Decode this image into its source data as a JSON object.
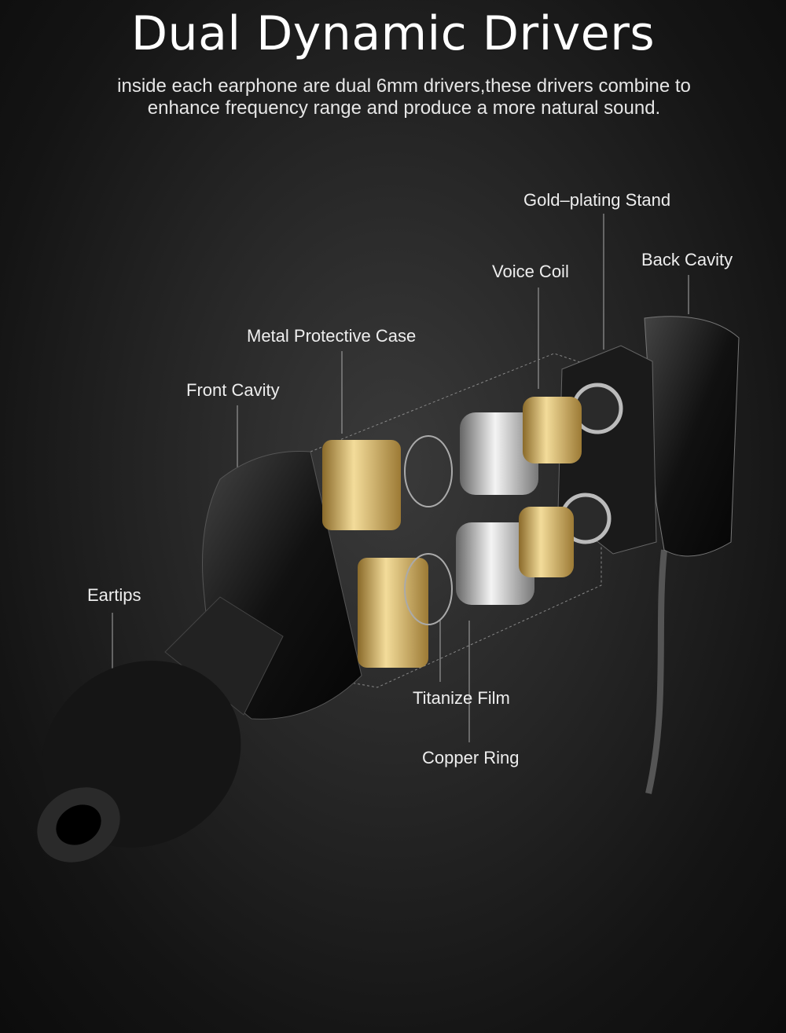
{
  "title": "Dual Dynamic Drivers",
  "subtitle": {
    "line1": "inside each earphone are dual 6mm drivers,these drivers combine to",
    "line2": "enhance frequency  range and produce a more natural sound."
  },
  "labels": {
    "gold_plating_stand": "Gold–plating Stand",
    "back_cavity": "Back Cavity",
    "voice_coil": "Voice Coil",
    "metal_protective_case": "Metal Protective Case",
    "front_cavity": "Front  Cavity",
    "eartips": "Eartips",
    "titanize_film": "Titanize Film",
    "copper_ring": "Copper Ring"
  },
  "colors": {
    "gold": "#d9b464",
    "silver": "#c9c9c9",
    "shell": "#0e0e0e"
  }
}
